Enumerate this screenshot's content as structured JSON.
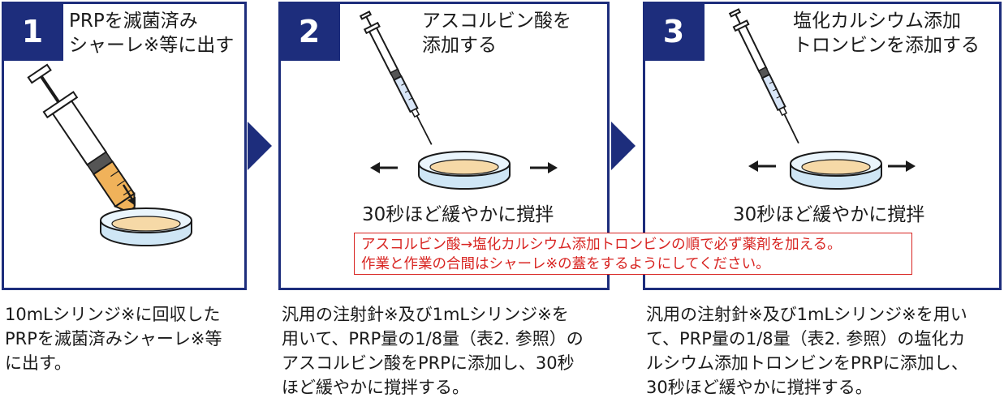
{
  "steps": [
    {
      "number": "1",
      "title": "PRPを滅菌済み\nシャーレ※等に出す",
      "description": "10mLシリンジ※に回収した\nPRPを滅菌済みシャーレ※等\nに出す。"
    },
    {
      "number": "2",
      "title": "アスコルビン酸を\n添加する",
      "caption": "30秒ほど緩やかに撹拌",
      "description": "汎用の注射針※及び1mLシリンジ※を\n用いて、PRP量の1/8量（表2. 参照）の\nアスコルビン酸をPRPに添加し、30秒\nほど緩やかに撹拌する。"
    },
    {
      "number": "3",
      "title": "塩化カルシウム添加\nトロンビンを添加する",
      "caption": "30秒ほど緩やかに撹拌",
      "description": "汎用の注射針※及び1mLシリンジ※を用い\nて、PRP量の1/8量（表2. 参照）の塩化カ\nルシウム添加トロンビンをPRPに添加し、\n30秒ほど緩やかに撹拌する。"
    }
  ],
  "notice": {
    "line1": "アスコルビン酸→塩化カルシウム添加トロンビンの順で必ず薬剤を加える。",
    "line2": "作業と作業の合間はシャーレ※の蓋をするようにしてください。"
  },
  "colors": {
    "brand_navy": "#1d2d7c",
    "notice_red": "#d82421",
    "prp_orange": "#f0b25a",
    "dish_blue": "#cfe6f5",
    "syringe_blue": "#d8e6f8"
  },
  "icons": [
    "syringe-icon",
    "petri-dish-icon",
    "arrow-left-icon",
    "arrow-right-icon",
    "chevron-right-icon"
  ]
}
